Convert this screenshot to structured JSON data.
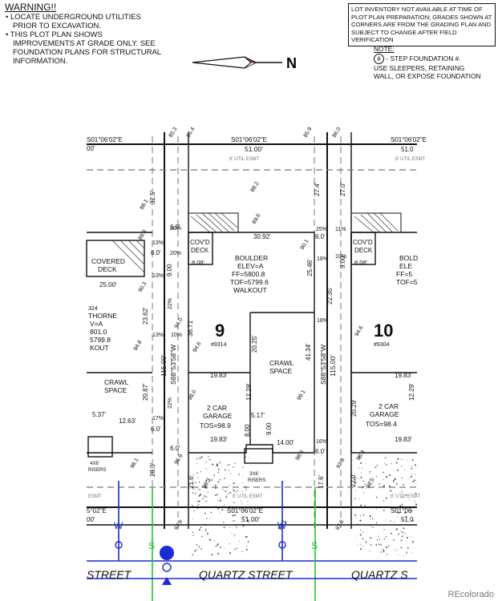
{
  "warning": {
    "title": "WARNING!!",
    "items": [
      "LOCATE UNDERGROUND UTILITIES PRIOR TO EXCAVATION.",
      "THIS PLOT PLAN SHOWS IMPROVEMENTS AT GRADE ONLY. SEE FOUNDATION PLANS FOR STRUCTURAL INFORMATION."
    ]
  },
  "inventory_note": "LOT INVENTORY NOT AVAILABLE AT TIME OF PLOT PLAN PREPARATION; GRADES SHOWN AT CORNERS ARE FROM THE GRADING PLAN AND SUBJECT TO CHANGE AFTER FIELD VERIFICATION",
  "note": {
    "title": "NOTE:",
    "symbol": "#",
    "line1": "- STEP FOUNDATION #.",
    "line2": "USE SLEEPERS, RETAINING",
    "line3": "WALL, OR EXPOSE FOUNDATION"
  },
  "north_arrow": {
    "label": "N"
  },
  "labels": {
    "bearing_top_left": "S01°06'02\"E",
    "bearing_top_lot9": "S01°06'02\"E",
    "bearing_top_lot10": "S01°06'02\"E",
    "dist_top_left": "00'",
    "dist_top_lot9": "51.00'",
    "dist_top_lot10": "51.0",
    "util_esmt_top": "8' UTIL ESMT",
    "util_esmt_top_lot10": "8' UTIL ESMT",
    "util_esmt_bottom": "8' UTIL ESMT",
    "util_esmt_bottom_left": "ESMT",
    "util_esmt_bottom_lot10": "8' UTIL ESMT",
    "bearing_bot_left": "5°02\"E",
    "bearing_bot_lot9": "S01°06'02\"E",
    "bearing_bot_lot10": "S01°06",
    "dist_bot_lot9": "51.00'",
    "dist_bot_lot10": "51.0",
    "dist_bot_left": "00'",
    "lot9_number": "9",
    "lot9_address": "#9314",
    "lot10_number": "10",
    "lot10_address": "#9304",
    "lot9_model": "BOULDER",
    "lot9_elev": "ELEV=A",
    "lot9_ff": "FF=5800.8",
    "lot9_tof": "TOF=5799.6",
    "lot9_walkout": "WALKOUT",
    "lot10_model": "BOLD",
    "lot10_elev": "ELE",
    "lot10_ff": "FF=5",
    "lot10_tof": "TOF=5",
    "lot8_name": "THORNE",
    "lot8_elev": "V=A",
    "lot8_ff": "801.0",
    "lot8_tof": "5799.8",
    "lot8_walkout": "KOUT",
    "lot8_num": "324",
    "covered_deck": "COVERED",
    "covered_deck2": "DECK",
    "covd_deck_lot9": "COV'D",
    "covd_deck_lot9b": "DECK",
    "covd_deck_lot10": "COV'D",
    "covd_deck_lot10b": "DECK",
    "crawl_space": "CRAWL",
    "crawl_space2": "SPACE",
    "crawl_left": "CRAWL",
    "crawl_left2": "SPACE",
    "garage_lot9": "2 CAR",
    "garage_lot9b": "GARAGE",
    "garage_lot9_tos": "TOS=98.9",
    "garage_lot10": "2 CAR",
    "garage_lot10b": "GARAGE",
    "garage_lot10_tos": "TOS=98.4",
    "bearing_side_lot9": "S88°53'58\"W",
    "bearing_side_lot10": "S88°53'58\"W",
    "side_dist_lot9": "115.00'",
    "side_dist_lot10": "115.00'",
    "risers_left": "4X6'",
    "risers_left2": "RISERS",
    "risers_mid": "3X6'",
    "risers_mid2": "RISERS",
    "street_left": "STREET",
    "street_mid": "QUARTZ STREET",
    "street_right": "QUARTZ S",
    "water_label": "W",
    "sewer_label": "S",
    "dim_30_92": "30.92'",
    "dim_25_00": "25.00'",
    "dim_19_83a": "19.83'",
    "dim_19_83b": "19.83'",
    "dim_19_83c": "19.83'",
    "dim_19_83d": "19.83'",
    "dim_12_63": "12.63'",
    "dim_5_37": "5.37'",
    "dim_5_17": "5.17'",
    "dim_14_00": "14.00'",
    "dim_9_00a": "9.00",
    "dim_9_00b": "9.00",
    "dim_9_00c": "9.00",
    "dim_8_00": "8.00",
    "dim_8_08a": "8.08'",
    "dim_8_08b": "8.08'",
    "dim_6_00a": "6.0'",
    "dim_6_00b": "6.0'",
    "dim_6_00c": "6.0'",
    "dim_6_00d": "6.0'",
    "dim_6_00e": "6.0'",
    "dim_6_00f": "6.0'",
    "dim_32_5": "32.5'",
    "dim_28_0": "28.0'",
    "dim_27_4": "27.4'",
    "dim_27_0": "27.0'",
    "dim_23_62": "23.62'",
    "dim_20_87": "20.87'",
    "dim_20_25": "20.25'",
    "dim_22_35": "22.35'",
    "dim_25_46": "25.46'",
    "dim_12_29a": "12.29'",
    "dim_12_29b": "12.29'",
    "dim_36_71": "36.71'",
    "dim_41_34": "41.34'",
    "dim_17_6": "17.6'",
    "dim_21_6": "21.6'",
    "dim_22_0": "22.0'",
    "dim_20_29": "20.29'",
    "pct_13a": "13%",
    "pct_13b": "13%",
    "pct_13c": "13%",
    "pct_20a": "20%",
    "pct_20b": "20%",
    "pct_22a": "22%",
    "pct_22b": "22%",
    "pct_17": "17%",
    "pct_10a": "10%",
    "pct_10b": "10%",
    "pct_25": "25%",
    "pct_18a": "18%",
    "pct_18b": "18%",
    "pct_16": "16%",
    "pct_11": "11%",
    "elev_85_3": "85.3",
    "elev_85_4": "85.4",
    "elev_85_9": "85.9",
    "elev_86_0": "86.0",
    "elev_88_1": "88.1",
    "elev_88_2": "88.2",
    "elev_89_3": "89.3",
    "elev_89_6": "89.6",
    "elev_90_1": "90.1",
    "elev_90_3": "90.3",
    "elev_94_6a": "94.6",
    "elev_94_6b": "94.6",
    "elev_94_8": "94.8",
    "elev_94_0": "94.0",
    "elev_96_9": "96.9",
    "elev_97_6a": "97.6",
    "elev_97_6b": "97.6",
    "elev_97_1": "97.1",
    "elev_98_1": "98.1",
    "elev_98_3": "98.3",
    "elev_98_6": "98.6",
    "elev_99_0": "99.0",
    "elev_99_1": "99.1",
    "elev_98_5": "98.5",
    "elev_97_8": "97.8",
    "elev_98_4": "98.4"
  },
  "colors": {
    "line": "#111111",
    "water_line": "#1a2bd6",
    "sewer_line": "#22c32e",
    "north_arrow_accent": "#d42020"
  },
  "watermark": "REcolorado"
}
